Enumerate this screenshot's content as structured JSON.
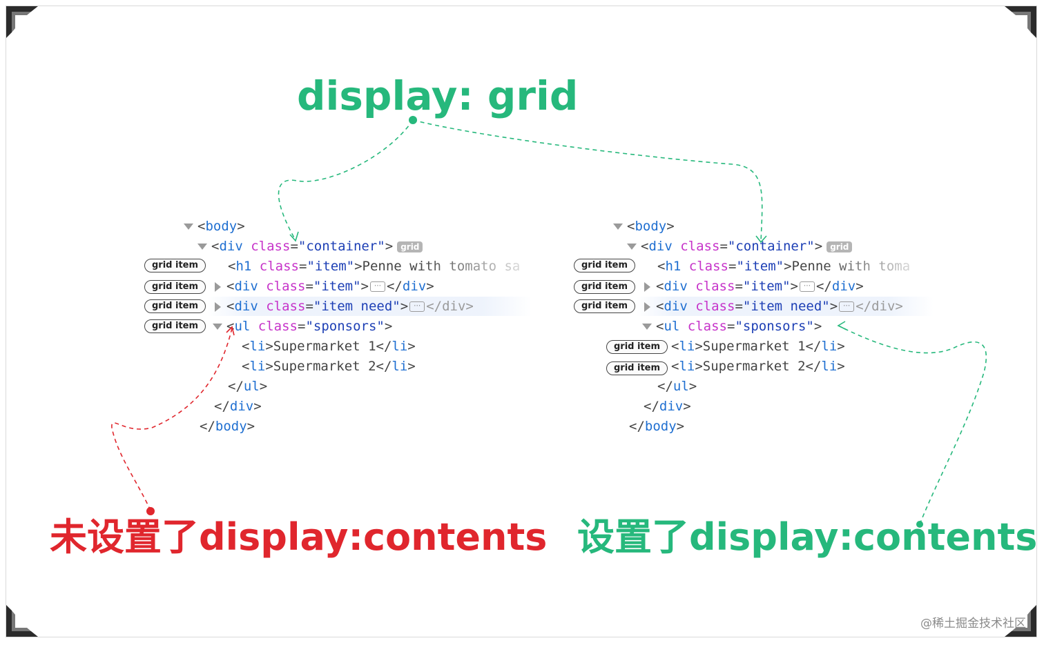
{
  "title": "display: grid",
  "label_without": "未设置了display:contents",
  "label_with": "设置了display:contents",
  "watermark": "@稀土掘金技术社区",
  "badge": {
    "grid": "grid",
    "grid_item": "grid item",
    "ellipsis": "⋯"
  },
  "code": {
    "body_open": "body",
    "div": "div",
    "class_attr": "class",
    "container_value": "\"container\"",
    "h1": "h1",
    "item_value": "\"item\"",
    "h1_text_left": "Penne with tomato sa",
    "h1_text_right": "Penne with toma",
    "item_need_value": "\"item need\"",
    "ul": "ul",
    "sponsors_value": "\"sponsors\"",
    "li": "li",
    "li_1": "Supermarket 1",
    "li_2": "Supermarket 2"
  },
  "colors": {
    "green": "#26b87c",
    "red": "#e0262d",
    "tag_blue": "#1f6fd1",
    "attr_magenta": "#c633c9",
    "value_navy": "#1d3fb5"
  }
}
